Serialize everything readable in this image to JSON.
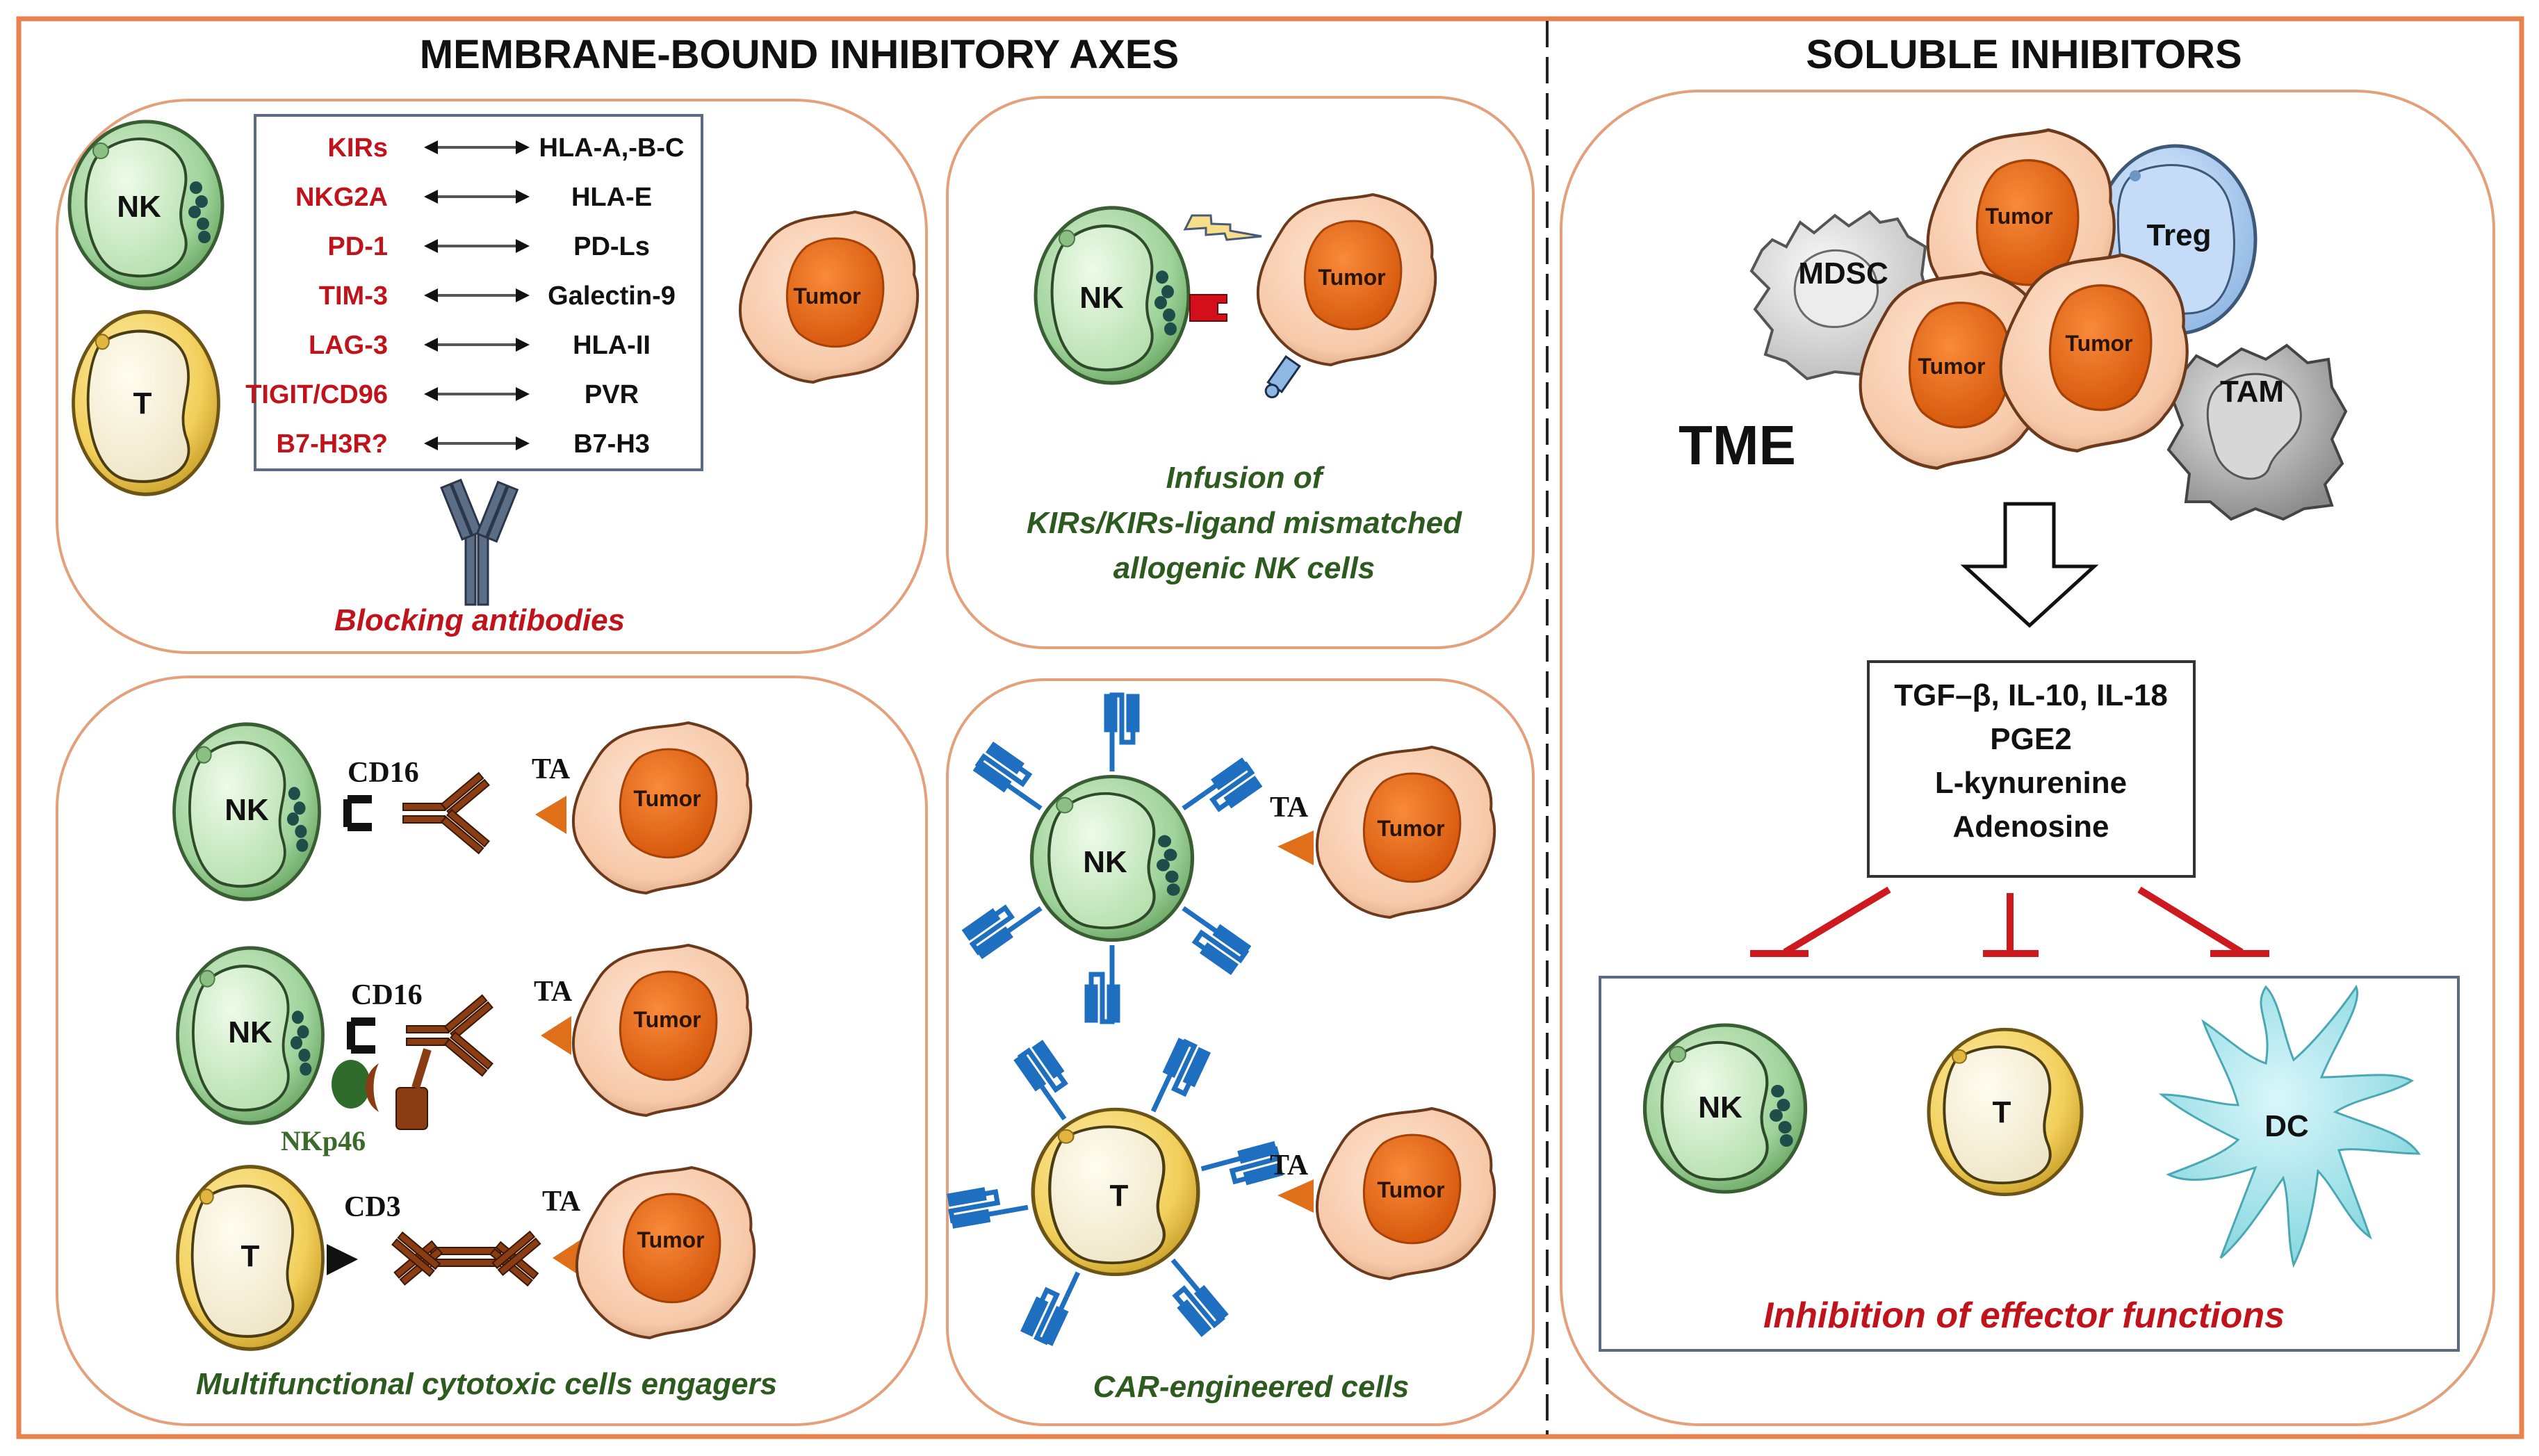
{
  "colors": {
    "frame": "#e8834e",
    "panel_border": "#e3a07a",
    "receptor_red": "#c0131b",
    "caption_green": "#2d5a1f",
    "nk_green": "#9fd39a",
    "t_yellow": "#f2cf5a",
    "tumor_peach": "#f7c9a9",
    "tumor_nucleus": "#e8640f",
    "car_blue": "#1f6fc0",
    "dc_cyan": "#8fdde6",
    "treg_blue": "#a9cbef",
    "mdsc_gray": "#d9d9d9",
    "tam_gray": "#a8a8a8",
    "antibody_brown": "#8a3d12",
    "inhibit_red": "#cc1a1f"
  },
  "sections": {
    "membrane_title": "MEMBRANE-BOUND INHIBITORY AXES",
    "soluble_title": "SOLUBLE INHIBITORS"
  },
  "blocking_panel": {
    "cells": {
      "nk": "NK",
      "t": "T",
      "tumor": "Tumor"
    },
    "pairs": [
      {
        "receptor": "KIRs",
        "ligand": "HLA-A,-B-C"
      },
      {
        "receptor": "NKG2A",
        "ligand": "HLA-E"
      },
      {
        "receptor": "PD-1",
        "ligand": "PD-Ls"
      },
      {
        "receptor": "TIM-3",
        "ligand": "Galectin-9"
      },
      {
        "receptor": "LAG-3",
        "ligand": "HLA-II"
      },
      {
        "receptor": "TIGIT/CD96",
        "ligand": "PVR"
      },
      {
        "receptor": "B7-H3R?",
        "ligand": "B7-H3"
      }
    ],
    "caption": "Blocking antibodies"
  },
  "infusion_panel": {
    "cells": {
      "nk": "NK",
      "tumor": "Tumor"
    },
    "caption_lines": [
      "Infusion of",
      "KIRs/KIRs-ligand mismatched",
      "allogenic NK cells"
    ]
  },
  "engager_panel": {
    "rows": [
      {
        "effector": "NK",
        "receptor": "CD16",
        "target_label": "TA",
        "tumor": "Tumor"
      },
      {
        "effector": "NK",
        "receptor": "CD16",
        "extra_receptor": "NKp46",
        "target_label": "TA",
        "tumor": "Tumor"
      },
      {
        "effector": "T",
        "receptor": "CD3",
        "target_label": "TA",
        "tumor": "Tumor"
      }
    ],
    "caption": "Multifunctional cytotoxic cells engagers"
  },
  "car_panel": {
    "rows": [
      {
        "effector": "NK",
        "target_label": "TA",
        "tumor": "Tumor"
      },
      {
        "effector": "T",
        "target_label": "TA",
        "tumor": "Tumor"
      }
    ],
    "caption": "CAR-engineered cells"
  },
  "soluble_panel": {
    "tme_label": "TME",
    "tme_cells": {
      "mdsc": "MDSC",
      "treg": "Treg",
      "tam": "TAM",
      "tumor": "Tumor"
    },
    "factors": [
      "TGF–β, IL-10, IL-18",
      "PGE2",
      "L-kynurenine",
      "Adenosine"
    ],
    "targets": [
      "NK",
      "T",
      "DC"
    ],
    "caption": "Inhibition of effector functions"
  }
}
